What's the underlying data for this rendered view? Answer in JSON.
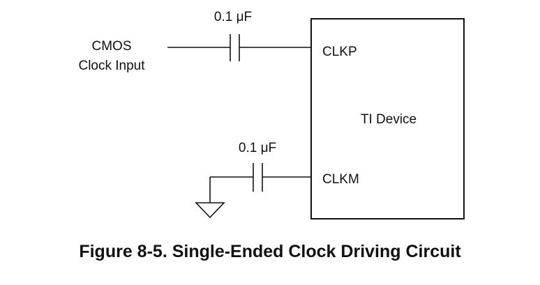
{
  "diagram": {
    "input_label_line1": "CMOS",
    "input_label_line2": "Clock Input",
    "cap_top_value": "0.1 μF",
    "cap_bottom_value": "0.1 μF",
    "pin_clkp": "CLKP",
    "pin_clkm": "CLKM",
    "device_label": "TI Device"
  },
  "caption": "Figure 8-5. Single-Ended Clock Driving Circuit"
}
